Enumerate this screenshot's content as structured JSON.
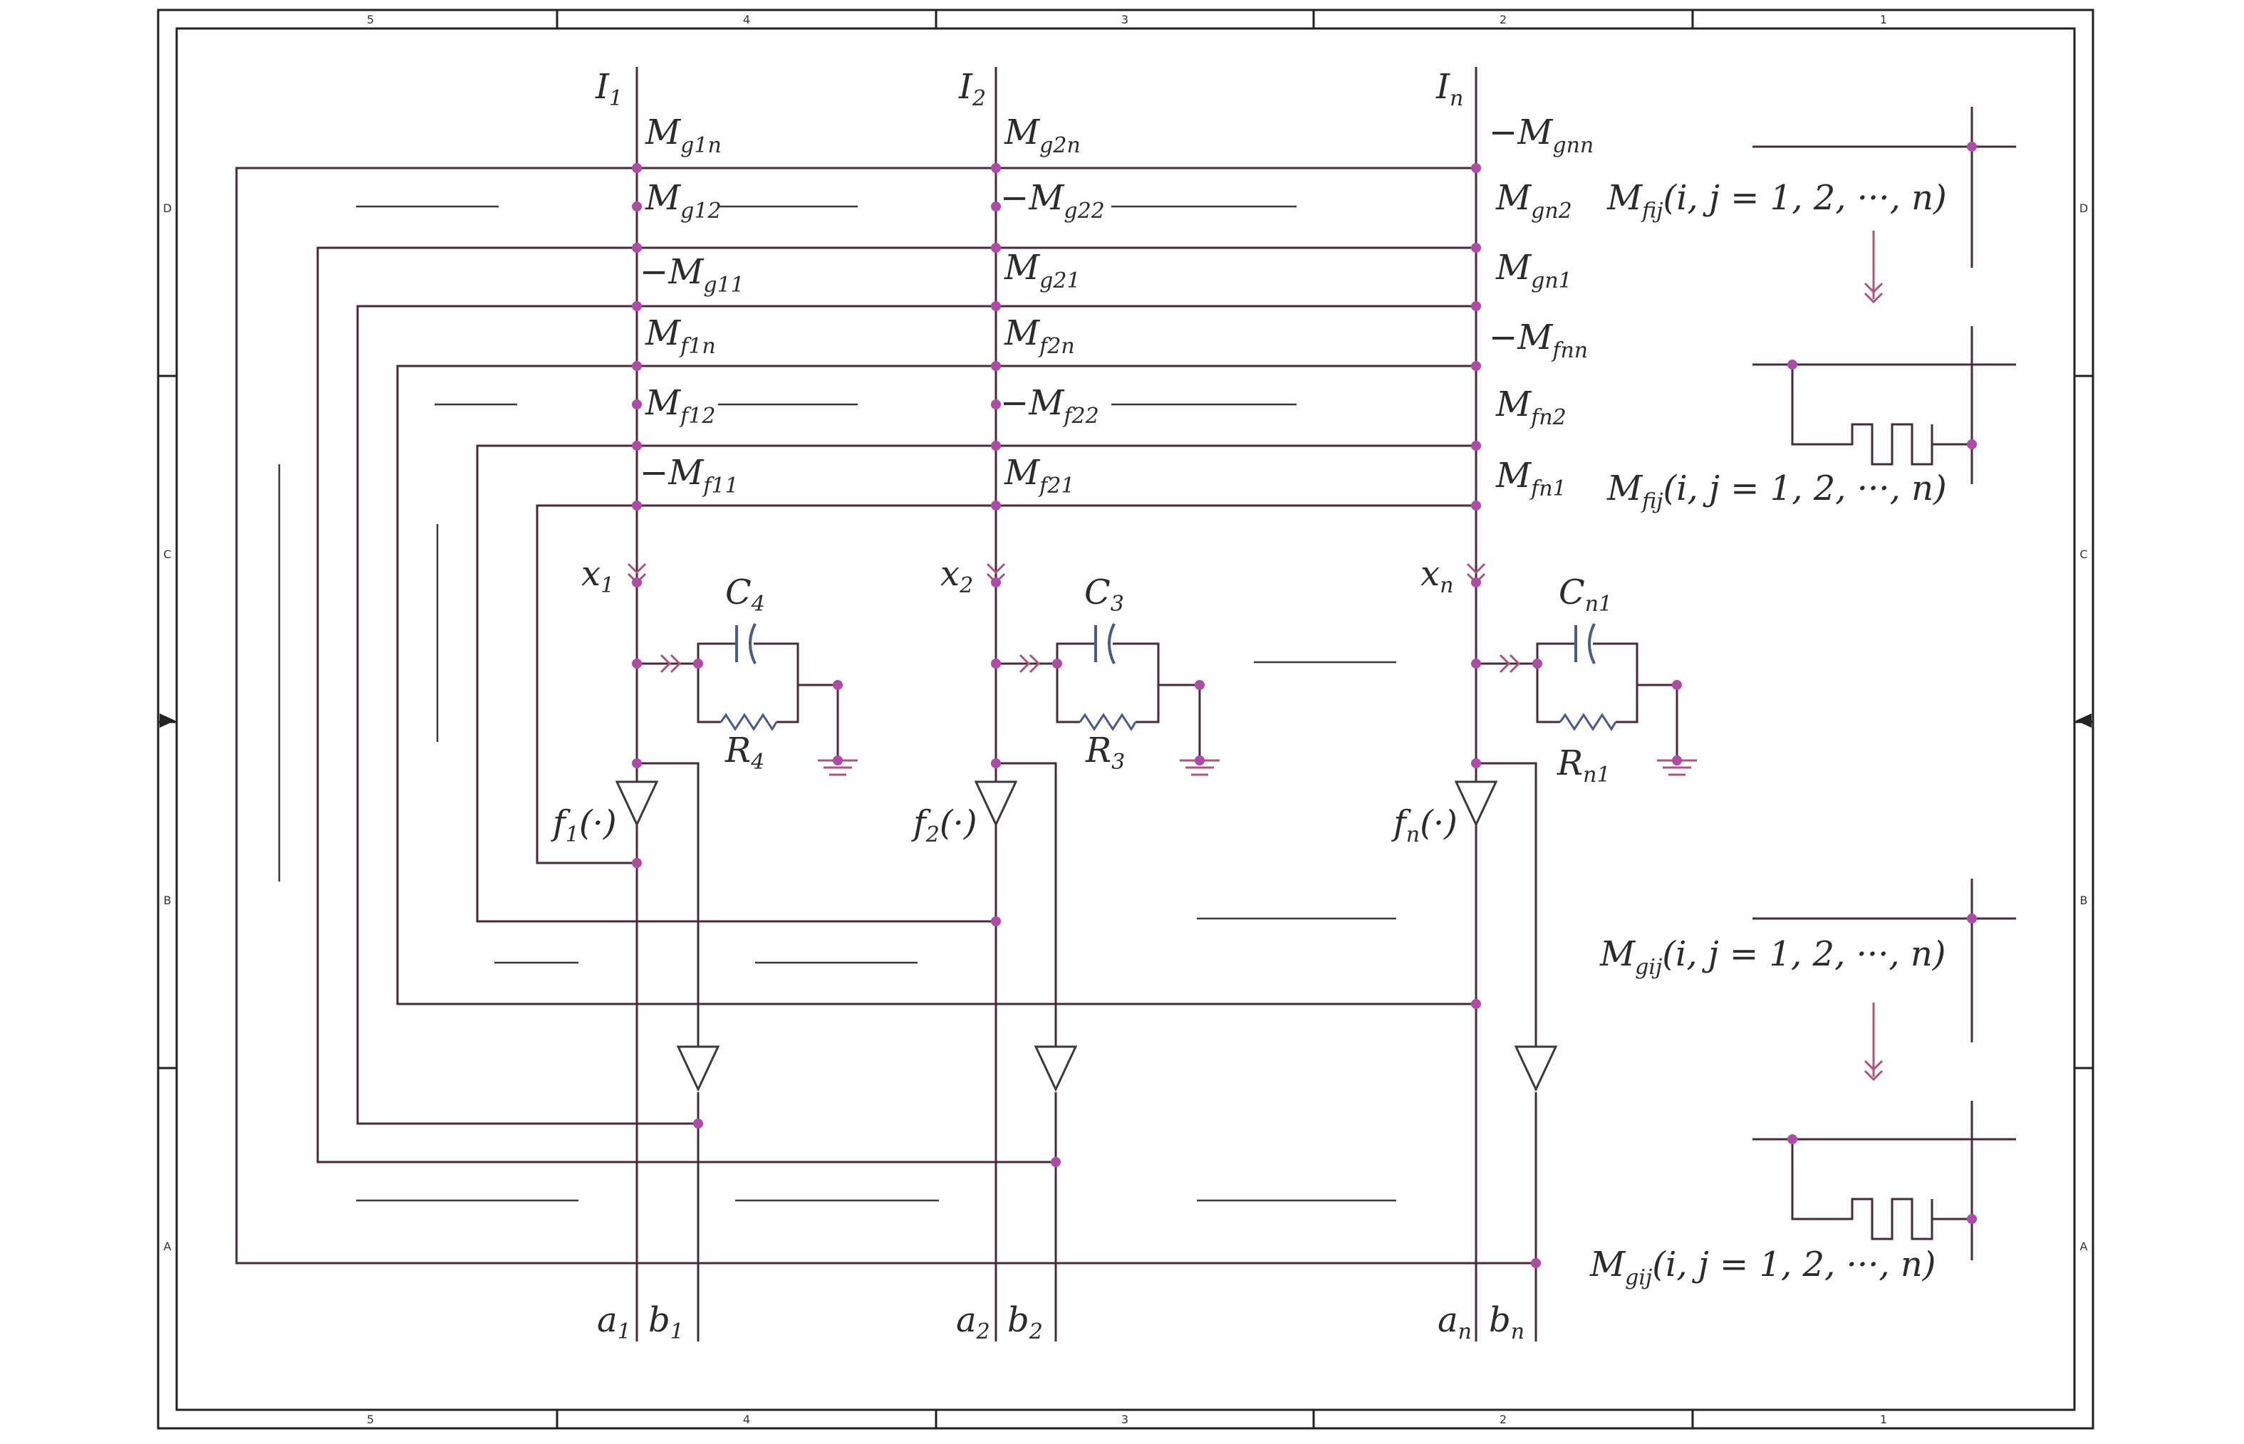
{
  "frame": {
    "columns": [
      "5",
      "4",
      "3",
      "2",
      "1"
    ],
    "rows": [
      "D",
      "C",
      "B",
      "A"
    ]
  },
  "columns": [
    {
      "input": "I",
      "input_sub": "1",
      "state": "x",
      "state_sub": "1",
      "cap": "C",
      "cap_sub": "4",
      "res": "R",
      "res_sub": "4",
      "func": "f",
      "func_sub": "1",
      "func_arg": "(·)",
      "out_a": "a",
      "out_a_sub": "1",
      "out_b": "b",
      "out_b_sub": "1"
    },
    {
      "input": "I",
      "input_sub": "2",
      "state": "x",
      "state_sub": "2",
      "cap": "C",
      "cap_sub": "3",
      "res": "R",
      "res_sub": "3",
      "func": "f",
      "func_sub": "2",
      "func_arg": "(·)",
      "out_a": "a",
      "out_a_sub": "2",
      "out_b": "b",
      "out_b_sub": "2"
    },
    {
      "input": "I",
      "input_sub": "n",
      "state": "x",
      "state_sub": "n",
      "cap": "C",
      "cap_sub": "n1",
      "res": "R",
      "res_sub": "n1",
      "func": "f",
      "func_sub": "n",
      "func_arg": "(·)",
      "out_a": "a",
      "out_a_sub": "n",
      "out_b": "b",
      "out_b_sub": "n"
    }
  ],
  "weights": [
    [
      {
        "pre": "",
        "sym": "M",
        "sub": "g1n"
      },
      {
        "pre": "",
        "sym": "M",
        "sub": "g12"
      },
      {
        "pre": "−",
        "sym": "M",
        "sub": "g11"
      },
      {
        "pre": "",
        "sym": "M",
        "sub": "f1n"
      },
      {
        "pre": "",
        "sym": "M",
        "sub": "f12"
      },
      {
        "pre": "−",
        "sym": "M",
        "sub": "f11"
      }
    ],
    [
      {
        "pre": "",
        "sym": "M",
        "sub": "g2n"
      },
      {
        "pre": "−",
        "sym": "M",
        "sub": "g22"
      },
      {
        "pre": "",
        "sym": "M",
        "sub": "g21"
      },
      {
        "pre": "",
        "sym": "M",
        "sub": "f2n"
      },
      {
        "pre": "−",
        "sym": "M",
        "sub": "f22"
      },
      {
        "pre": "",
        "sym": "M",
        "sub": "f21"
      }
    ],
    [
      {
        "pre": "−",
        "sym": "M",
        "sub": "gnn"
      },
      {
        "pre": "",
        "sym": "M",
        "sub": "gn2"
      },
      {
        "pre": "",
        "sym": "M",
        "sub": "gn1"
      },
      {
        "pre": "−",
        "sym": "M",
        "sub": "fnn"
      },
      {
        "pre": "",
        "sym": "M",
        "sub": "fn2"
      },
      {
        "pre": "",
        "sym": "M",
        "sub": "fn1"
      }
    ]
  ],
  "legend": {
    "f_label_top": {
      "sym": "M",
      "sub": "fij",
      "rest": "(i, j = 1, 2, ···, n)"
    },
    "f_label_bottom": {
      "sym": "M",
      "sub": "fij",
      "rest": "(i, j = 1, 2, ···, n)"
    },
    "g_label_top": {
      "sym": "M",
      "sub": "gij",
      "rest": "(i, j = 1, 2, ···, n)"
    },
    "g_label_bottom": {
      "sym": "M",
      "sub": "gij",
      "rest": "(i, j = 1, 2, ···, n)"
    }
  },
  "colors": {
    "wire": "#4a2a3a",
    "node": "#b04aa8",
    "arrow": "#b0527a",
    "component": "#4a5a8a",
    "frame": "#222222"
  }
}
